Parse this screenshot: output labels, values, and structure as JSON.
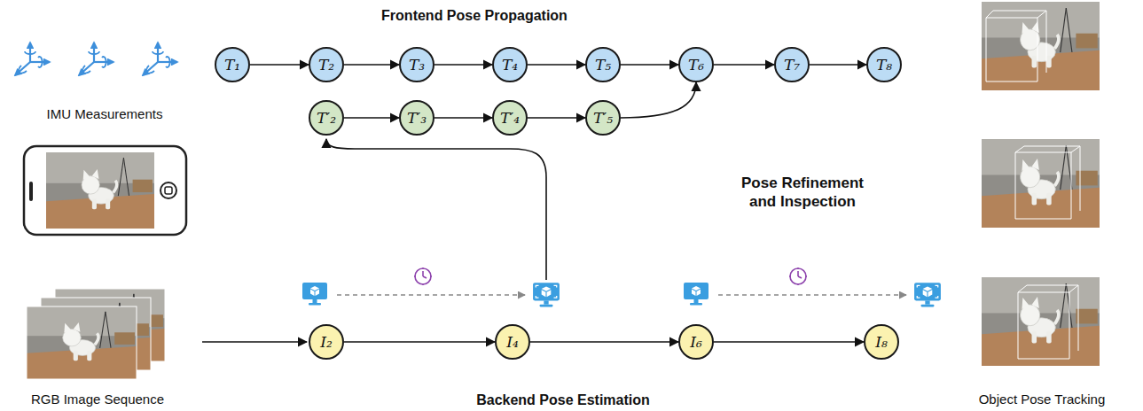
{
  "diagram": {
    "nodes": [
      {
        "text": [
          "T₁"
        ]
      },
      {
        "text": [
          "T₂"
        ]
      },
      {
        "text": [
          "T₃"
        ]
      },
      {
        "text": [
          "T₄"
        ]
      },
      {
        "text": [
          "T₅"
        ]
      },
      {
        "text": [
          "T₆"
        ]
      },
      {
        "text": [
          "T₇"
        ]
      },
      {
        "text": [
          "T₈"
        ]
      },
      {
        "text": [
          "T′₂"
        ]
      },
      {
        "text": [
          "T′₃"
        ]
      },
      {
        "text": [
          "T′₄"
        ]
      },
      {
        "text": [
          "T′₅"
        ]
      },
      {
        "text": [
          "I₂"
        ]
      },
      {
        "text": [
          "I₄"
        ]
      },
      {
        "text": [
          "I₆"
        ]
      },
      {
        "text": [
          "I₈"
        ]
      }
    ],
    "edges": [
      {
        "from": 0,
        "to": 1,
        "arrow": "to"
      },
      {
        "from": 1,
        "to": 2,
        "arrow": "to"
      },
      {
        "from": 2,
        "to": 3,
        "arrow": "to"
      },
      {
        "from": 3,
        "to": 4,
        "arrow": "to"
      },
      {
        "from": 4,
        "to": 5,
        "arrow": "to"
      },
      {
        "from": 5,
        "to": 6,
        "arrow": "to"
      },
      {
        "from": 6,
        "to": 7,
        "arrow": "to"
      },
      {
        "from": 8,
        "to": 9,
        "arrow": "to"
      },
      {
        "from": 9,
        "to": 10,
        "arrow": "to"
      },
      {
        "from": 10,
        "to": 11,
        "arrow": "to"
      },
      {
        "from": 11,
        "to": 5,
        "arrow": "to"
      },
      {
        "from": 12,
        "to": 13,
        "arrow": "to"
      },
      {
        "from": 13,
        "to": 14,
        "arrow": "to"
      },
      {
        "from": 14,
        "to": 15,
        "arrow": "to"
      }
    ],
    "labels": [
      "Frontend Pose Propagation",
      "IMU Measurements",
      "Pose Refinement and Inspection",
      "RGB Image Sequence",
      "Backend Pose Estimation",
      "Object Pose Tracking"
    ]
  }
}
